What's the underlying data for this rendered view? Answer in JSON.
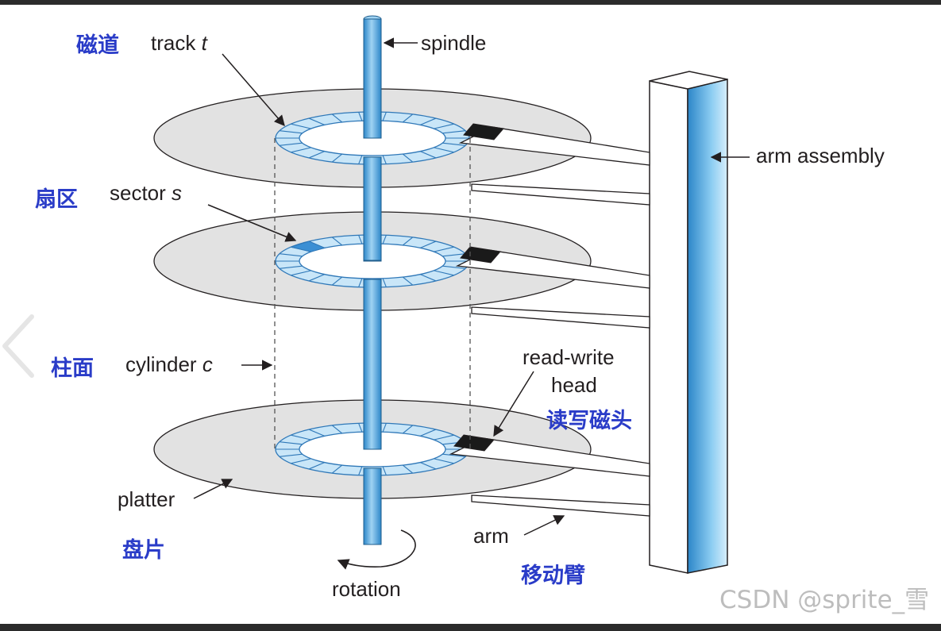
{
  "labels": {
    "track": "track",
    "track_var": "t",
    "track_cn": "磁道",
    "spindle": "spindle",
    "arm_assembly": "arm assembly",
    "sector": "sector",
    "sector_var": "s",
    "sector_cn": "扇区",
    "cylinder": "cylinder",
    "cylinder_var": "c",
    "cylinder_cn": "柱面",
    "rw_head_line1": "read-write",
    "rw_head_line2": "head",
    "rw_head_cn": "读写磁头",
    "platter": "platter",
    "platter_cn": "盘片",
    "arm": "arm",
    "arm_cn": "移动臂",
    "rotation": "rotation"
  },
  "watermark": "CSDN @sprite_雪",
  "colors": {
    "cn_label": "#2a3cc8",
    "platter_fill": "#e2e2e2",
    "track_band": "#c9e6f8",
    "sector_highlight": "#3b8fd4",
    "spindle": "#4aa3dd",
    "head": "#1a1a1a"
  },
  "icons": {
    "nav": "chevron-left-icon"
  }
}
